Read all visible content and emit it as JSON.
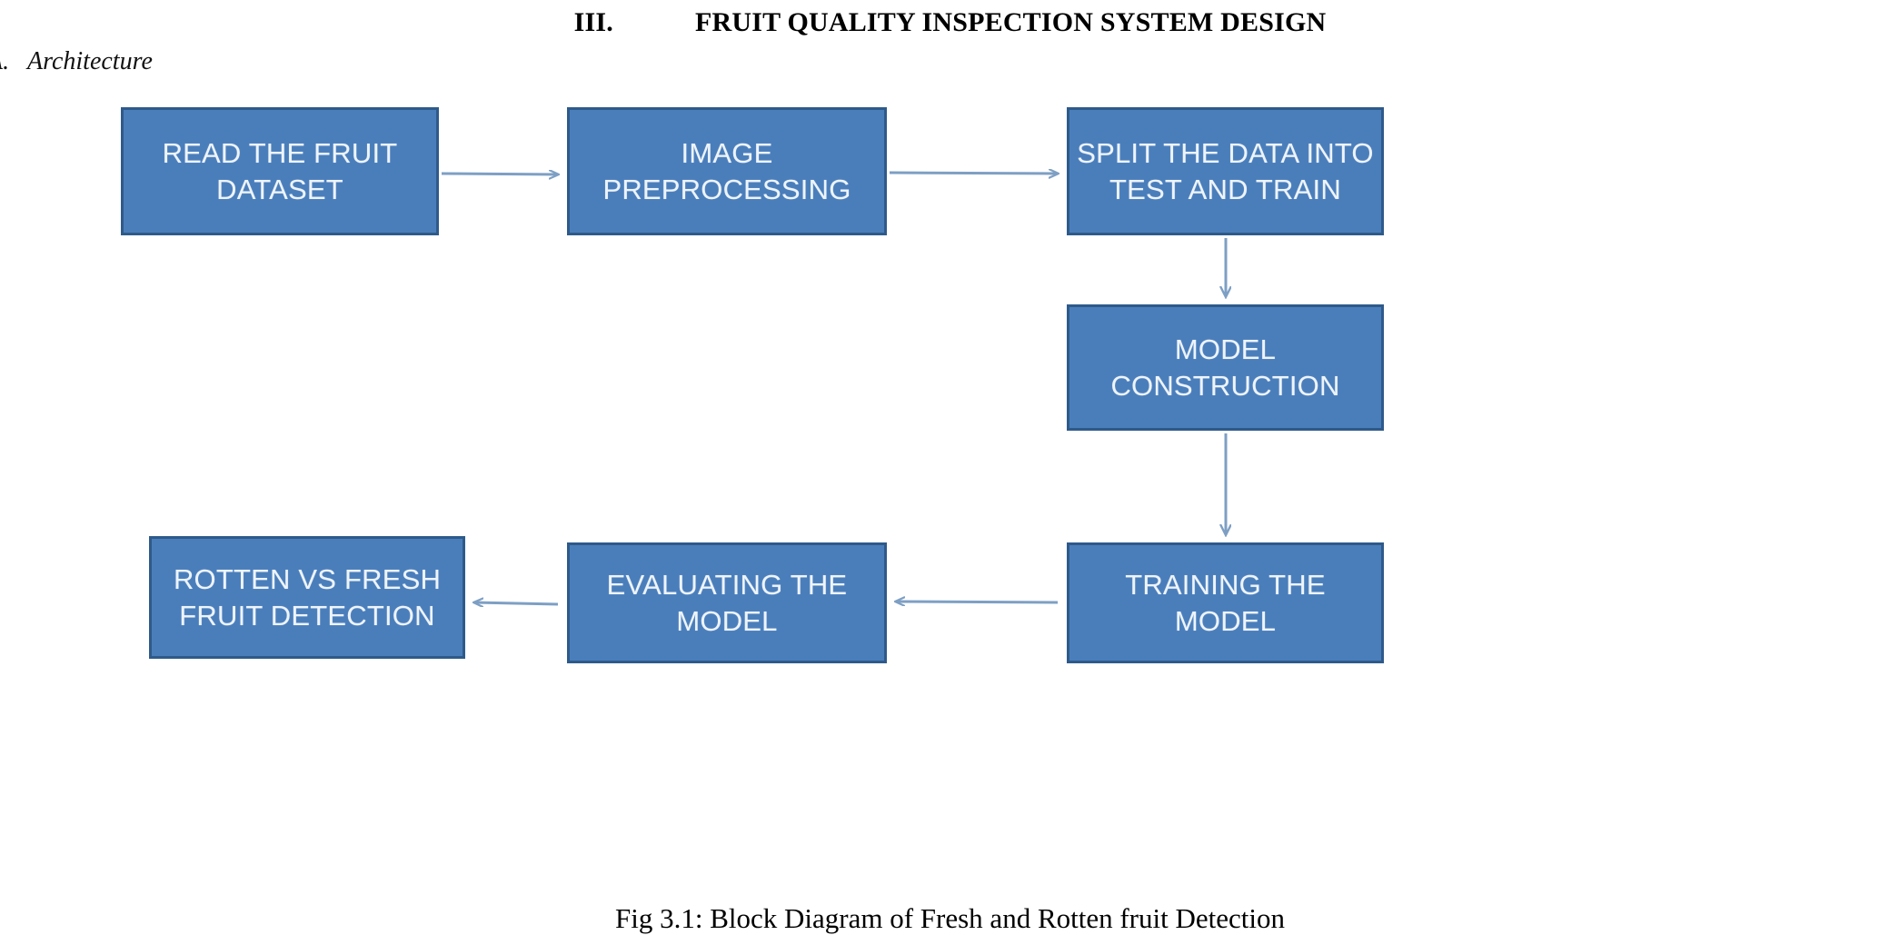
{
  "document": {
    "section_numeral": "III.",
    "section_title": "FRUIT QUALITY INSPECTION SYSTEM DESIGN",
    "subsection_marker": "A.",
    "subsection_title": "Architecture",
    "figure_caption": "Fig 3.1: Block Diagram of Fresh and Rotten fruit Detection"
  },
  "theme": {
    "node_fill": "#4a7ebb",
    "node_border": "#2e5a8a",
    "node_text": "#eef4fb",
    "connector": "#7e9fc4",
    "page_background": "#ffffff"
  },
  "diagram": {
    "type": "flowchart",
    "nodes": [
      {
        "id": "read",
        "label": "READ THE FRUIT\nDATASET"
      },
      {
        "id": "preprocess",
        "label": "IMAGE\nPREPROCESSING"
      },
      {
        "id": "split",
        "label": "SPLIT THE DATA  INTO\nTEST AND TRAIN"
      },
      {
        "id": "model",
        "label": "MODEL\nCONSTRUCTION"
      },
      {
        "id": "training",
        "label": "TRAINING THE MODEL"
      },
      {
        "id": "evaluating",
        "label": "EVALUATING THE\nMODEL"
      },
      {
        "id": "detection",
        "label": "ROTTEN VS FRESH\nFRUIT DETECTION"
      }
    ],
    "edges": [
      {
        "from": "read",
        "to": "preprocess",
        "direction": "right"
      },
      {
        "from": "preprocess",
        "to": "split",
        "direction": "right"
      },
      {
        "from": "split",
        "to": "model",
        "direction": "down"
      },
      {
        "from": "model",
        "to": "training",
        "direction": "down"
      },
      {
        "from": "training",
        "to": "evaluating",
        "direction": "left"
      },
      {
        "from": "evaluating",
        "to": "detection",
        "direction": "left"
      }
    ]
  }
}
